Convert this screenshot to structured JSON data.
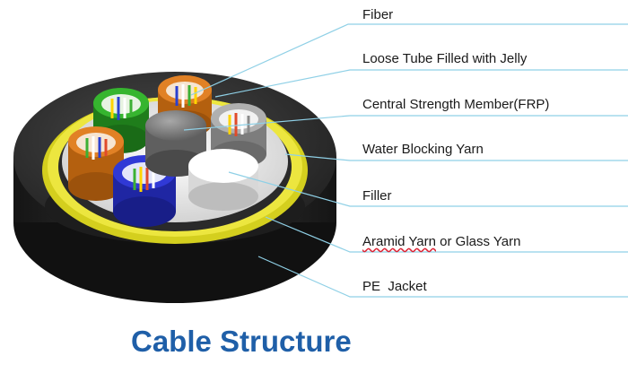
{
  "title": "Cable Structure",
  "labels": {
    "fiber": "Fiber",
    "loose_tube": "Loose Tube Filled with Jelly",
    "strength_member": "Central Strength Member(FRP)",
    "water_blocking": "Water Blocking Yarn",
    "filler": "Filler",
    "aramid_yarn": "Aramid Yarn",
    "aramid_rest": " or Glass Yarn",
    "jacket": "PE  Jacket"
  },
  "colors": {
    "callout_line": "#8fd0e6",
    "title": "#1f5fa8",
    "jacket": "#2b2b2b",
    "aramid_ring": "#e8e23a",
    "water_blocking_yarn": "#d9d9d9",
    "tube_green": "#2fa12a",
    "tube_orange": "#d87818",
    "tube_blue": "#2b33c9",
    "tube_gray": "#9a9a9a",
    "strength_member": "#7b7b7b",
    "filler": "#ffffff"
  }
}
